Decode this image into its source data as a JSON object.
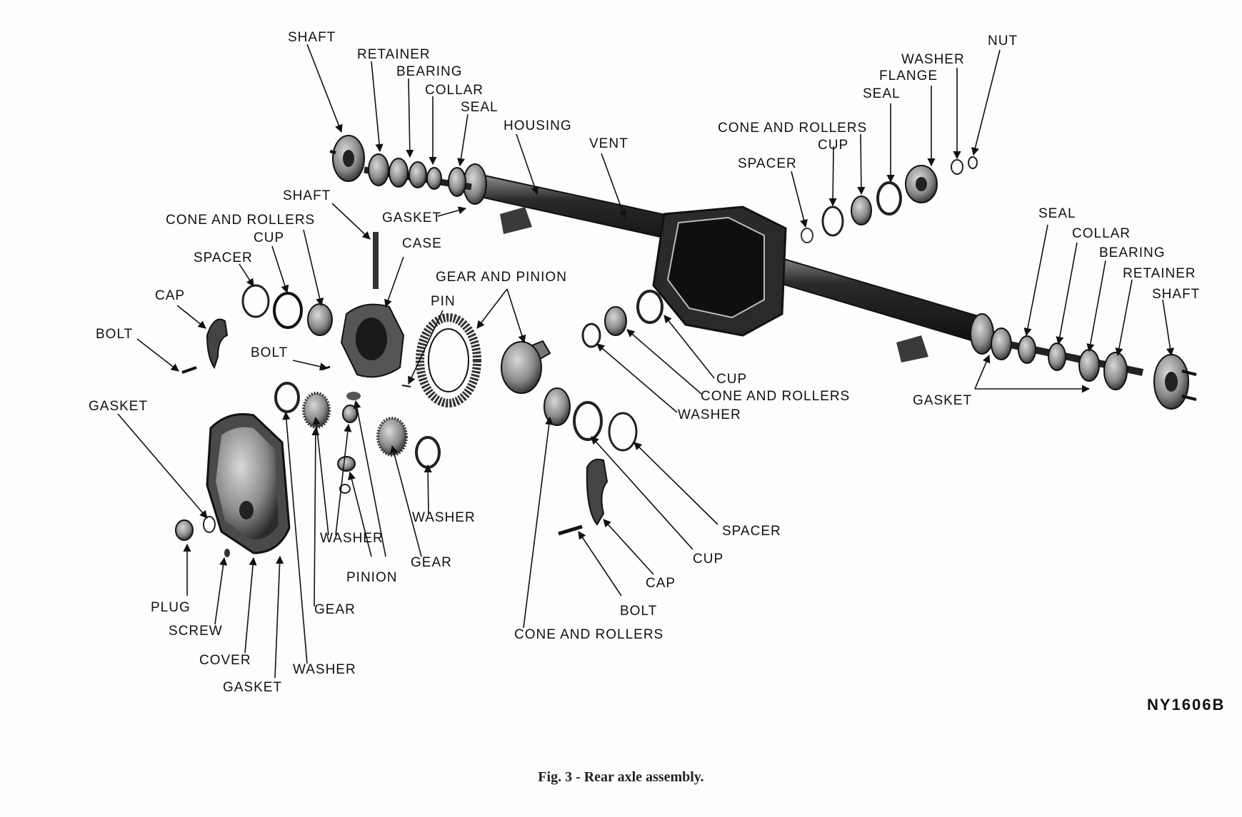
{
  "figure": {
    "code": "NY1606B",
    "caption": "Fig. 3 - Rear axle assembly."
  },
  "labels": {
    "shaft_left": "SHAFT",
    "retainer_left": "RETAINER",
    "bearing_left": "BEARING",
    "collar_left": "COLLAR",
    "seal_left": "SEAL",
    "housing": "HOUSING",
    "vent": "VENT",
    "gasket_left": "GASKET",
    "shaft_pin": "SHAFT",
    "cone_rollers_carrier": "CONE AND ROLLERS",
    "cup_carrier": "CUP",
    "spacer_carrier": "SPACER",
    "case": "CASE",
    "cap_left": "CAP",
    "bolt_left": "BOLT",
    "bolt_mid": "BOLT",
    "gear_and_pinion": "GEAR AND PINION",
    "pin": "PIN",
    "gasket_cover": "GASKET",
    "washer_mid": "WASHER",
    "washer_side": "WASHER",
    "pinion": "PINION",
    "gear_side": "GEAR",
    "gear_lower": "GEAR",
    "plug": "PLUG",
    "screw": "SCREW",
    "cover": "COVER",
    "gasket_lower": "GASKET",
    "washer_lower": "WASHER",
    "cone_rollers_top": "CONE AND ROLLERS",
    "cup_top": "CUP",
    "spacer_top": "SPACER",
    "seal_top": "SEAL",
    "flange": "FLANGE",
    "washer_top": "WASHER",
    "nut": "NUT",
    "cup_right": "CUP",
    "cone_rollers_right": "CONE AND ROLLERS",
    "washer_right": "WASHER",
    "spacer_lower_right": "SPACER",
    "cup_lower_right": "CUP",
    "cap_right": "CAP",
    "bolt_right": "BOLT",
    "cone_rollers_bottom": "CONE AND ROLLERS",
    "seal_right": "SEAL",
    "collar_right": "COLLAR",
    "bearing_right": "BEARING",
    "retainer_right": "RETAINER",
    "shaft_right": "SHAFT",
    "gasket_right": "GASKET"
  }
}
